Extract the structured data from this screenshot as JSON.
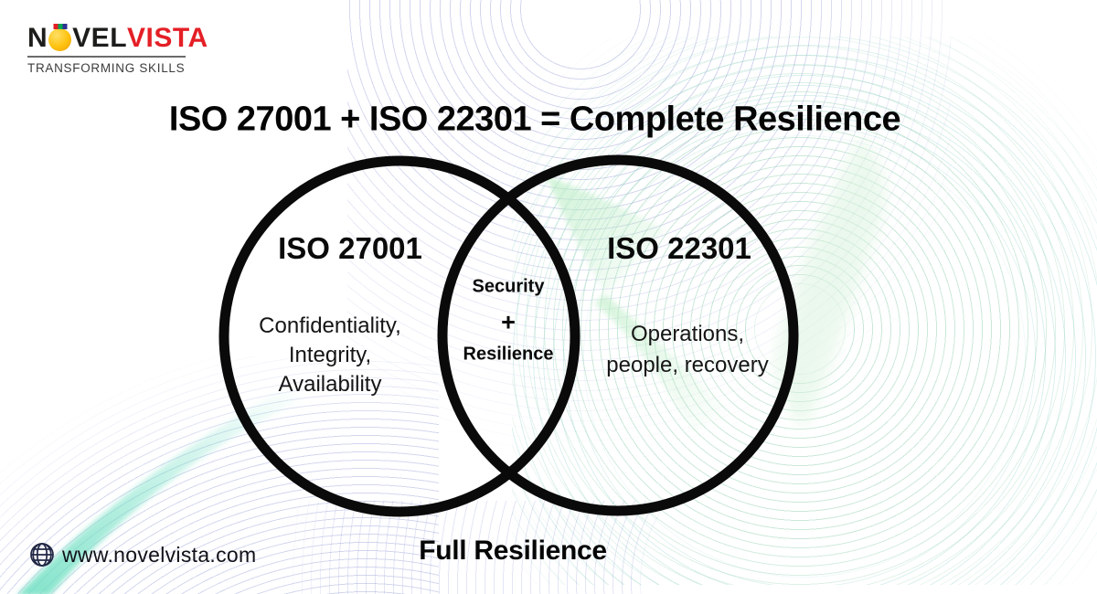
{
  "brand": {
    "name_prefix": "N",
    "name_mid": "VEL",
    "name_suffix": "VISTA",
    "tagline": "TRANSFORMING SKILLS",
    "medal_icon": "medal-ball-icon"
  },
  "title": "ISO 27001 + ISO 22301 = Complete Resilience",
  "diagram": {
    "left_circle": {
      "label": "ISO 27001",
      "line1": "Confidentiality,",
      "line2": "Integrity,",
      "line3": "Availability"
    },
    "right_circle": {
      "label": "ISO 22301",
      "line1": "Operations,",
      "line2": "people, recovery"
    },
    "overlap": {
      "line1": "Security",
      "line2": "+",
      "line3": "Resilience"
    },
    "caption": "Full Resilience"
  },
  "footer": {
    "website": "www.novelvista.com",
    "icon": "globe-icon"
  },
  "colors": {
    "brand_dark": "#1d1d1b",
    "brand_red": "#e41f26",
    "medal_yellow": "#ffc20e",
    "medal_ribbon": [
      "#e31e24",
      "#00a651",
      "#2e3192"
    ],
    "circle_stroke": "#0a0a0a",
    "accent_lavender": "#969ed7",
    "accent_green": "#b9ecc3",
    "accent_teal": "#74e0c4"
  }
}
